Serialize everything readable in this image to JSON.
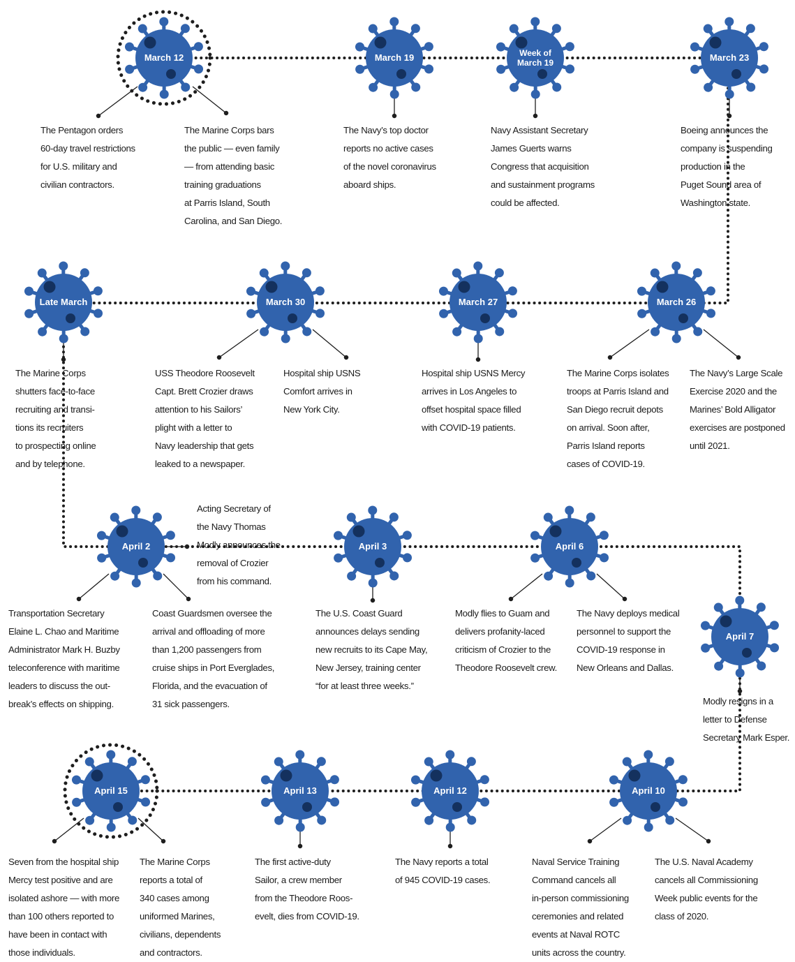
{
  "nodes": [
    {
      "id": "mar12",
      "label": "March 12",
      "highlight": true
    },
    {
      "id": "mar19",
      "label": "March 19"
    },
    {
      "id": "wk19",
      "label": "Week of\nMarch 19"
    },
    {
      "id": "mar23",
      "label": "March 23"
    },
    {
      "id": "late",
      "label": "Late March"
    },
    {
      "id": "mar30",
      "label": "March 30"
    },
    {
      "id": "mar27",
      "label": "March 27"
    },
    {
      "id": "mar26",
      "label": "March 26"
    },
    {
      "id": "apr2",
      "label": "April 2"
    },
    {
      "id": "apr3",
      "label": "April 3"
    },
    {
      "id": "apr6",
      "label": "April 6"
    },
    {
      "id": "apr7",
      "label": "April 7"
    },
    {
      "id": "apr15",
      "label": "April 15",
      "highlight": true
    },
    {
      "id": "apr13",
      "label": "April 13"
    },
    {
      "id": "apr12",
      "label": "April 12"
    },
    {
      "id": "apr10",
      "label": "April 10"
    }
  ],
  "events": [
    {
      "id": "e1",
      "node": "mar12",
      "text": "The Pentagon orders\n60-day travel restrictions\nfor U.S. military and\ncivilian contractors."
    },
    {
      "id": "e2",
      "node": "mar12",
      "text": "The Marine Corps bars\nthe public — even family\n— from attending basic\ntraining graduations\nat Parris Island, South\nCarolina, and San Diego."
    },
    {
      "id": "e3",
      "node": "mar19",
      "text": "The Navy’s top doctor\nreports no active cases\nof the novel coronavirus\naboard ships."
    },
    {
      "id": "e4",
      "node": "wk19",
      "text": "Navy Assistant Secretary\nJames Guerts warns\nCongress that acquisition\nand sustainment programs\ncould be affected."
    },
    {
      "id": "e5",
      "node": "mar23",
      "text": "Boeing announces the\ncompany is suspending\nproduction in the\nPuget Sound area of\nWashington state."
    },
    {
      "id": "e6",
      "node": "late",
      "text": "The Marine Corps\nshutters face-to-face\nrecruiting and transi-\ntions its recruiters\nto prospecting online\nand by telephone."
    },
    {
      "id": "e7",
      "node": "mar30",
      "text": "USS Theodore Roosevelt\nCapt. Brett Crozier draws\nattention to his Sailors’\nplight with a letter to\nNavy leadership that gets\nleaked to a newspaper."
    },
    {
      "id": "e8",
      "node": "mar30",
      "text": "Hospital ship USNS\nComfort arrives in\nNew York City."
    },
    {
      "id": "e9",
      "node": "mar27",
      "text": "Hospital ship USNS Mercy\narrives in Los Angeles to\noffset hospital space filled\nwith COVID-19 patients."
    },
    {
      "id": "e10",
      "node": "mar26",
      "text": "The Marine Corps isolates\ntroops at Parris Island and\nSan Diego recruit depots\non arrival. Soon after,\nParris Island reports\ncases of COVID-19."
    },
    {
      "id": "e11",
      "node": "mar26",
      "text": "The Navy’s Large Scale\nExercise 2020 and the\nMarines’ Bold Alligator\nexercises are postponed\nuntil 2021."
    },
    {
      "id": "e12",
      "node": "apr2",
      "text": "Acting Secretary of\nthe Navy Thomas\nModly announces the\nremoval of Crozier\nfrom his command."
    },
    {
      "id": "e13",
      "node": "apr2",
      "text": "Transportation Secretary\nElaine L. Chao and Maritime\nAdministrator Mark H. Buzby\nteleconference with maritime\nleaders to discuss the out-\nbreak’s effects on shipping."
    },
    {
      "id": "e14",
      "node": "apr2",
      "text": "Coast Guardsmen oversee the\narrival and offloading of more\nthan 1,200 passengers from\ncruise ships in Port Everglades,\nFlorida, and the evacuation of\n31 sick passengers."
    },
    {
      "id": "e15",
      "node": "apr3",
      "text": "The U.S. Coast Guard\nannounces delays sending\nnew recruits to its Cape May,\nNew Jersey, training center\n“for at least three weeks.”"
    },
    {
      "id": "e16",
      "node": "apr6",
      "text": "Modly flies to Guam and\ndelivers profanity-laced\ncriticism of Crozier to the\nTheodore Roosevelt crew."
    },
    {
      "id": "e17",
      "node": "apr6",
      "text": "The Navy deploys medical\npersonnel to support the\nCOVID-19 response in\nNew Orleans and Dallas."
    },
    {
      "id": "e18",
      "node": "apr7",
      "text": "Modly resigns in a\nletter to Defense\nSecretary Mark Esper."
    },
    {
      "id": "e19",
      "node": "apr15",
      "text": "Seven from the hospital ship\nMercy test positive and are\nisolated ashore — with more\nthan 100 others reported to\nhave been in contact with\nthose individuals."
    },
    {
      "id": "e20",
      "node": "apr15",
      "text": "The Marine Corps\nreports a total of\n340 cases among\nuniformed Marines,\ncivilians, dependents\nand contractors."
    },
    {
      "id": "e21",
      "node": "apr13",
      "text": "The first active-duty\nSailor, a crew member\nfrom the Theodore Roos-\nevelt, dies from COVID-19."
    },
    {
      "id": "e22",
      "node": "apr12",
      "text": "The Navy reports a total\nof 945 COVID-19 cases."
    },
    {
      "id": "e23",
      "node": "apr10",
      "text": "Naval Service Training\nCommand cancels all\nin-person commissioning\nceremonies and related\nevents at Naval ROTC\nunits across the country."
    },
    {
      "id": "e24",
      "node": "apr10",
      "text": "The U.S. Naval Academy\ncancels all Commissioning\nWeek public events for the\nclass of 2020."
    }
  ],
  "colors": {
    "virus": "#3163ad",
    "virus_dark": "#14315e",
    "line": "#1e1e1e",
    "text": "#1b1b1b"
  }
}
